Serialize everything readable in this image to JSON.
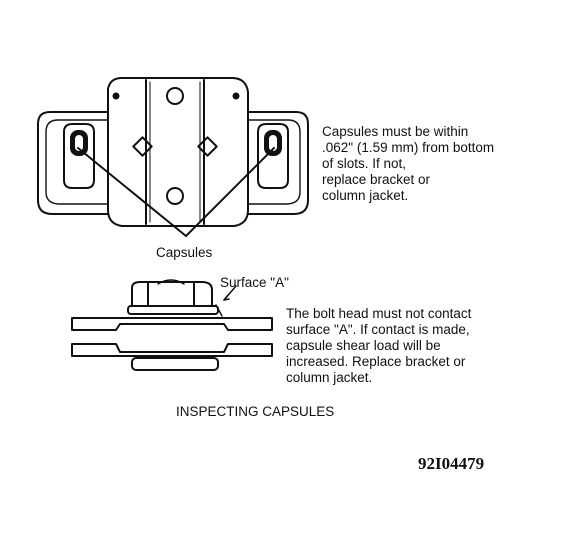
{
  "diagram": {
    "capsule_note": [
      "Capsules must be within",
      ".062\" (1.59 mm) from bottom",
      "of slots. If not,",
      "replace bracket or",
      "column jacket."
    ],
    "capsules_label": "Capsules",
    "surface_label": "Surface \"A\"",
    "bolt_note": [
      "The bolt head must not contact",
      "surface \"A\". If contact is made,",
      "capsule shear load will be",
      "increased. Replace bracket or",
      "column jacket."
    ],
    "caption": "INSPECTING CAPSULES",
    "figure_number": "92I04479"
  },
  "colors": {
    "ink": "#111111",
    "paper": "#ffffff"
  }
}
